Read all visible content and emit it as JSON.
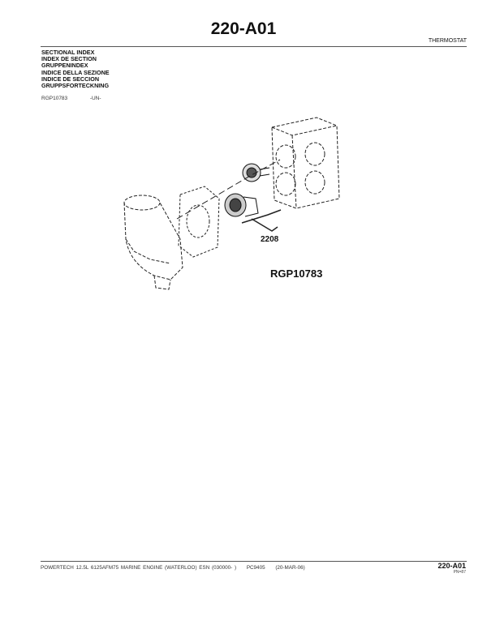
{
  "header": {
    "title": "220-A01",
    "topic": "THERMOSTAT"
  },
  "index_titles": [
    "SECTIONAL INDEX",
    "INDEX DE SECTION",
    "GRUPPENINDEX",
    "INDICE DELLA SEZIONE",
    "INDICE DE SECCION",
    "GRUPPSFORTECKNING"
  ],
  "reference": {
    "illustration": "RGP10783",
    "qualifier": "-UN-"
  },
  "figure": {
    "callout": "2208",
    "figure_id": "RGP10783"
  },
  "footer": {
    "product": "POWERTECH 12.5L 6125AFM75 MARINE ENGINE (WATERLOO) ESN (030000-     )",
    "catalog": "PC9405",
    "date": "(20-MAR-06)",
    "page_code": "220-A01",
    "page_number": "PN=87"
  }
}
